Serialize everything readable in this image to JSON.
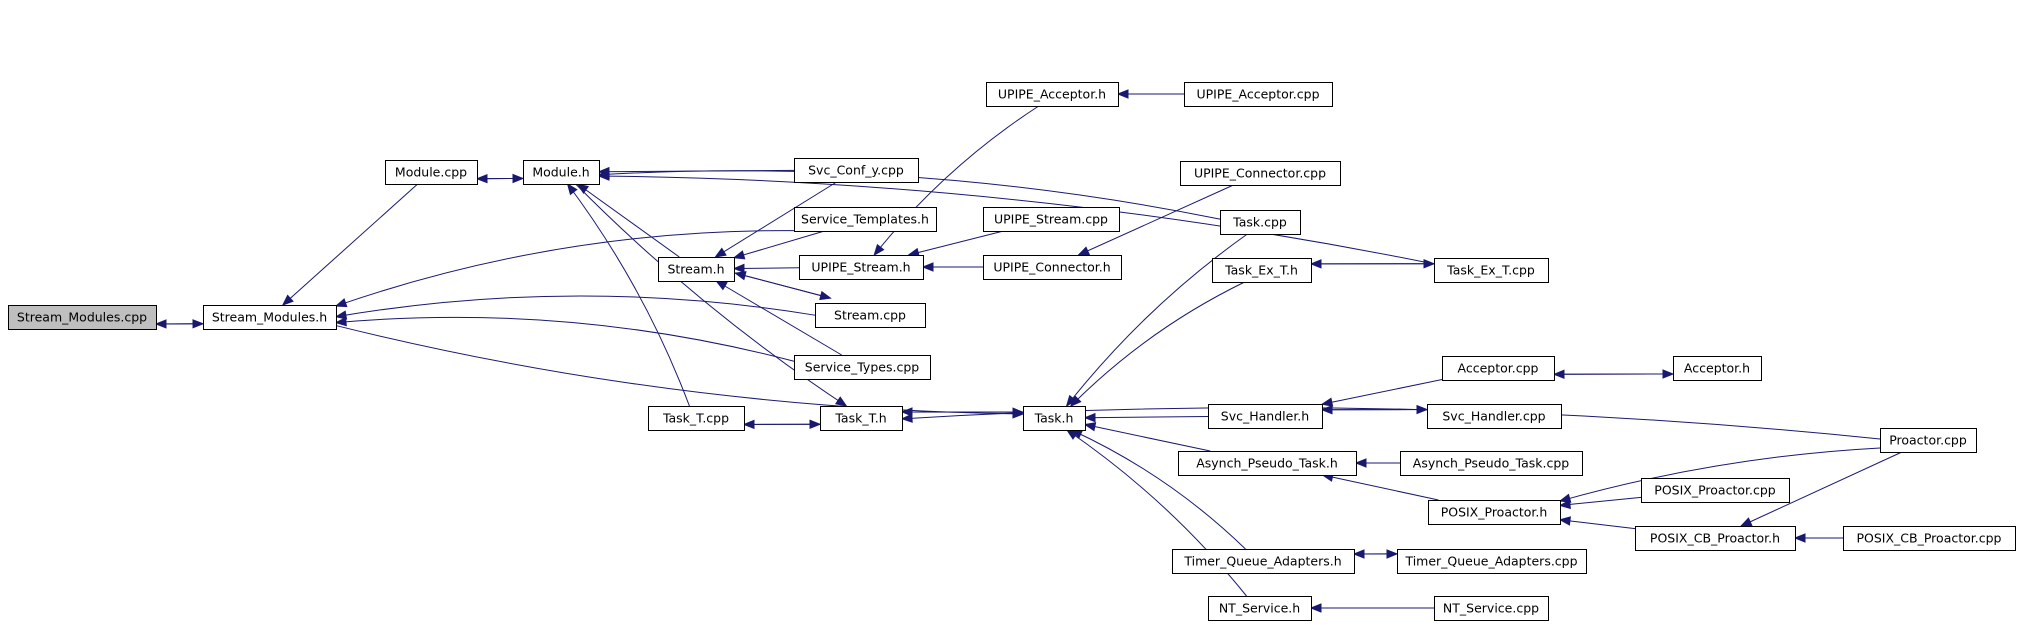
{
  "diagram": {
    "nodes": [
      {
        "id": "stream_modules_cpp",
        "label": "Stream_Modules.cpp",
        "root": true
      },
      {
        "id": "stream_modules_h",
        "label": "Stream_Modules.h"
      },
      {
        "id": "module_cpp",
        "label": "Module.cpp"
      },
      {
        "id": "module_h",
        "label": "Module.h"
      },
      {
        "id": "svc_conf_y_cpp",
        "label": "Svc_Conf_y.cpp"
      },
      {
        "id": "service_templates_h",
        "label": "Service_Templates.h"
      },
      {
        "id": "stream_h",
        "label": "Stream.h"
      },
      {
        "id": "upipe_stream_h",
        "label": "UPIPE_Stream.h"
      },
      {
        "id": "stream_cpp",
        "label": "Stream.cpp"
      },
      {
        "id": "service_types_cpp",
        "label": "Service_Types.cpp"
      },
      {
        "id": "task_t_cpp",
        "label": "Task_T.cpp"
      },
      {
        "id": "task_t_h",
        "label": "Task_T.h"
      },
      {
        "id": "task_h",
        "label": "Task.h"
      },
      {
        "id": "upipe_acceptor_h",
        "label": "UPIPE_Acceptor.h"
      },
      {
        "id": "upipe_acceptor_cpp",
        "label": "UPIPE_Acceptor.cpp"
      },
      {
        "id": "upipe_connector_cpp",
        "label": "UPIPE_Connector.cpp"
      },
      {
        "id": "upipe_stream_cpp",
        "label": "UPIPE_Stream.cpp"
      },
      {
        "id": "upipe_connector_h",
        "label": "UPIPE_Connector.h"
      },
      {
        "id": "task_cpp",
        "label": "Task.cpp"
      },
      {
        "id": "task_ex_t_h",
        "label": "Task_Ex_T.h"
      },
      {
        "id": "task_ex_t_cpp",
        "label": "Task_Ex_T.cpp"
      },
      {
        "id": "acceptor_cpp",
        "label": "Acceptor.cpp"
      },
      {
        "id": "acceptor_h",
        "label": "Acceptor.h"
      },
      {
        "id": "svc_handler_h",
        "label": "Svc_Handler.h"
      },
      {
        "id": "svc_handler_cpp",
        "label": "Svc_Handler.cpp"
      },
      {
        "id": "asynch_pseudo_task_h",
        "label": "Asynch_Pseudo_Task.h"
      },
      {
        "id": "asynch_pseudo_task_cpp",
        "label": "Asynch_Pseudo_Task.cpp"
      },
      {
        "id": "proactor_cpp",
        "label": "Proactor.cpp"
      },
      {
        "id": "posix_proactor_h",
        "label": "POSIX_Proactor.h"
      },
      {
        "id": "posix_proactor_cpp",
        "label": "POSIX_Proactor.cpp"
      },
      {
        "id": "posix_cb_proactor_h",
        "label": "POSIX_CB_Proactor.h"
      },
      {
        "id": "posix_cb_proactor_cpp",
        "label": "POSIX_CB_Proactor.cpp"
      },
      {
        "id": "timer_queue_adapters_h",
        "label": "Timer_Queue_Adapters.h"
      },
      {
        "id": "timer_queue_adapters_cpp",
        "label": "Timer_Queue_Adapters.cpp"
      },
      {
        "id": "nt_service_h",
        "label": "NT_Service.h"
      },
      {
        "id": "nt_service_cpp",
        "label": "NT_Service.cpp"
      }
    ],
    "edges": [
      {
        "from": "stream_modules_h",
        "to": "stream_modules_cpp"
      },
      {
        "from": "stream_modules_cpp",
        "to": "stream_modules_h"
      },
      {
        "from": "module_cpp",
        "to": "stream_modules_h"
      },
      {
        "from": "service_templates_h",
        "to": "stream_modules_h"
      },
      {
        "from": "stream_cpp",
        "to": "stream_modules_h"
      },
      {
        "from": "service_types_cpp",
        "to": "stream_modules_h"
      },
      {
        "from": "stream_modules_h",
        "to": "task_h"
      },
      {
        "from": "module_h",
        "to": "module_cpp"
      },
      {
        "from": "module_cpp",
        "to": "module_h"
      },
      {
        "from": "svc_conf_y_cpp",
        "to": "module_h"
      },
      {
        "from": "task_cpp",
        "to": "module_h"
      },
      {
        "from": "task_ex_t_cpp",
        "to": "module_h"
      },
      {
        "from": "stream_h",
        "to": "module_h"
      },
      {
        "from": "task_t_cpp",
        "to": "module_h"
      },
      {
        "from": "module_h",
        "to": "task_t_h"
      },
      {
        "from": "svc_conf_y_cpp",
        "to": "stream_h"
      },
      {
        "from": "service_templates_h",
        "to": "stream_h"
      },
      {
        "from": "upipe_stream_h",
        "to": "stream_h"
      },
      {
        "from": "stream_cpp",
        "to": "stream_h"
      },
      {
        "from": "stream_h",
        "to": "stream_cpp"
      },
      {
        "from": "service_types_cpp",
        "to": "stream_h"
      },
      {
        "from": "upipe_acceptor_h",
        "to": "upipe_stream_h"
      },
      {
        "from": "upipe_stream_cpp",
        "to": "upipe_stream_h"
      },
      {
        "from": "upipe_connector_h",
        "to": "upipe_stream_h"
      },
      {
        "from": "upipe_acceptor_cpp",
        "to": "upipe_acceptor_h"
      },
      {
        "from": "upipe_connector_cpp",
        "to": "upipe_connector_h"
      },
      {
        "from": "task_t_h",
        "to": "task_t_cpp"
      },
      {
        "from": "task_t_cpp",
        "to": "task_t_h"
      },
      {
        "from": "task_h",
        "to": "task_t_h"
      },
      {
        "from": "task_t_h",
        "to": "task_h"
      },
      {
        "from": "proactor_cpp",
        "to": "task_t_h"
      },
      {
        "from": "task_cpp",
        "to": "task_h"
      },
      {
        "from": "task_ex_t_h",
        "to": "task_h"
      },
      {
        "from": "svc_handler_h",
        "to": "task_h"
      },
      {
        "from": "asynch_pseudo_task_h",
        "to": "task_h"
      },
      {
        "from": "timer_queue_adapters_h",
        "to": "task_h"
      },
      {
        "from": "nt_service_h",
        "to": "task_h"
      },
      {
        "from": "task_ex_t_h",
        "to": "task_ex_t_cpp"
      },
      {
        "from": "task_ex_t_cpp",
        "to": "task_ex_t_h"
      },
      {
        "from": "acceptor_cpp",
        "to": "svc_handler_h"
      },
      {
        "from": "svc_handler_h",
        "to": "svc_handler_cpp"
      },
      {
        "from": "svc_handler_cpp",
        "to": "svc_handler_h"
      },
      {
        "from": "acceptor_cpp",
        "to": "acceptor_h"
      },
      {
        "from": "acceptor_h",
        "to": "acceptor_cpp"
      },
      {
        "from": "asynch_pseudo_task_cpp",
        "to": "asynch_pseudo_task_h"
      },
      {
        "from": "posix_proactor_h",
        "to": "asynch_pseudo_task_h"
      },
      {
        "from": "proactor_cpp",
        "to": "posix_proactor_h"
      },
      {
        "from": "posix_proactor_cpp",
        "to": "posix_proactor_h"
      },
      {
        "from": "posix_cb_proactor_h",
        "to": "posix_proactor_h"
      },
      {
        "from": "proactor_cpp",
        "to": "posix_cb_proactor_h"
      },
      {
        "from": "posix_cb_proactor_cpp",
        "to": "posix_cb_proactor_h"
      },
      {
        "from": "timer_queue_adapters_h",
        "to": "timer_queue_adapters_cpp"
      },
      {
        "from": "timer_queue_adapters_cpp",
        "to": "timer_queue_adapters_h"
      },
      {
        "from": "nt_service_cpp",
        "to": "nt_service_h"
      }
    ]
  }
}
